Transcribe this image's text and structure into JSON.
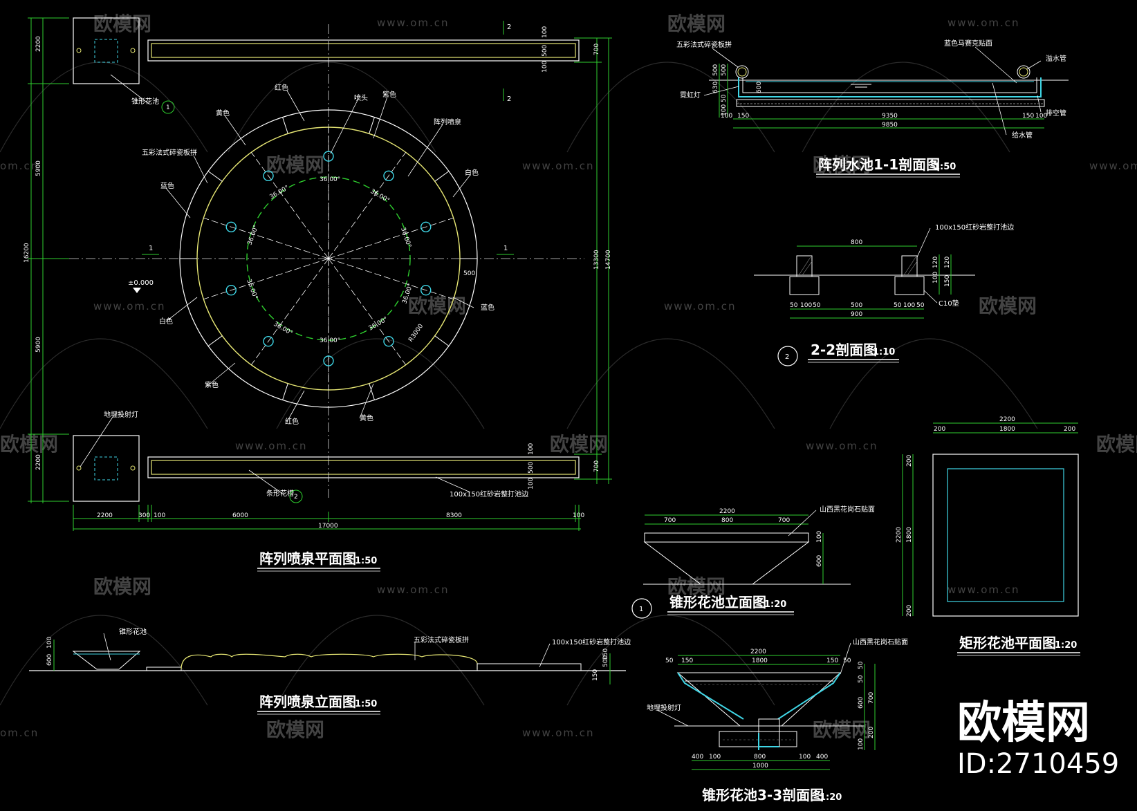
{
  "titles": {
    "plan": "阵列喷泉平面图",
    "plan_scale": "1:50",
    "elev": "阵列喷泉立面图",
    "elev_scale": "1:50",
    "sec11": "阵列水池1-1剖面图",
    "sec11_scale": "1:50",
    "sec22": "2-2剖面图",
    "sec22_scale": "1:10",
    "cone_elev": "锥形花池立面图",
    "cone_elev_scale": "1:20",
    "rect_plan": "矩形花池平面图",
    "rect_plan_scale": "1:20",
    "cone_sec": "锥形花池3-3剖面图",
    "cone_sec_scale": "1:20"
  },
  "plan": {
    "labels": {
      "cone_pool": "锥形花池",
      "red_top": "红色",
      "yellow_top_left": "黄色",
      "nozzle": "喷头",
      "purple_top": "紫色",
      "array_fountain": "阵列喷泉",
      "pebble": "五彩法式碎瓷板拼",
      "blue": "蓝色",
      "white_right": "白色",
      "white_left": "白色",
      "blue_right": "蓝色",
      "purple_bottom": "紫色",
      "red_bottom": "红色",
      "yellow_bottom": "黄色",
      "ground_light": "地埋投射灯",
      "flower_trough": "条形花槽",
      "curb": "100x150红砂岩整打池边",
      "elevation_mark": "±0.000"
    },
    "angle": "36.00°",
    "radius": "R3000",
    "dim_500": "500",
    "section_marks": [
      "1",
      "1",
      "2",
      "2"
    ],
    "callout_1": "1",
    "callout_2": "2",
    "left_dims": [
      "2200",
      "5900",
      "16200",
      "5900",
      "2200"
    ],
    "right_dims": [
      "700",
      "13300",
      "14700",
      "700"
    ],
    "trough_dims": [
      "100",
      "500",
      "100"
    ],
    "bottom_dims": [
      "2200",
      "300",
      "100",
      "6000",
      "8300",
      "100"
    ],
    "total": "17000"
  },
  "elev": {
    "cone_label": "锥形花池",
    "pebble_label": "五彩法式碎瓷板拼",
    "curb_label": "100x150红砂岩整打池边",
    "dims_left": [
      "100",
      "600"
    ],
    "dims_right": [
      "150",
      "500",
      "150"
    ]
  },
  "sec11": {
    "pebble": "五彩法式碎瓷板拼",
    "blue_paint": "蓝色马赛克贴面",
    "overflow": "溢水管",
    "light": "霓虹灯",
    "drain": "排空管",
    "supply": "给水管",
    "left_dims": [
      "500",
      "500",
      "630",
      "50",
      "100"
    ],
    "depth": "600",
    "bottom_dims": [
      "100",
      "150",
      "9350",
      "150",
      "100"
    ],
    "total": "9850"
  },
  "sec22": {
    "curb": "100x150红砂岩整打池边",
    "c10": "C10垫",
    "top": "800",
    "mid": "500",
    "total": "900",
    "left_small": [
      "50",
      "100",
      "50"
    ],
    "right_small": [
      "50",
      "100",
      "50"
    ],
    "right_v": [
      "120",
      "120",
      "100",
      "150"
    ],
    "callout": "2"
  },
  "cone_elev": {
    "label": "山西黑花岗石贴面",
    "top": "2200",
    "parts": [
      "700",
      "800",
      "700"
    ],
    "v": [
      "100",
      "600"
    ],
    "callout": "1"
  },
  "rect_plan": {
    "top": "2200",
    "parts": [
      "200",
      "1800",
      "200"
    ],
    "left_total": "2200",
    "left_parts": [
      "200",
      "1800",
      "200"
    ]
  },
  "cone_sec": {
    "label_top": "山西黑花岗石贴面",
    "label_light": "地埋投射灯",
    "top": "2200",
    "parts": [
      "50",
      "150",
      "1800",
      "150",
      "50"
    ],
    "bottom_parts": [
      "400",
      "100",
      "800",
      "100",
      "400"
    ],
    "bottom_total": "1000",
    "v": [
      "50",
      "50",
      "600",
      "700",
      "200",
      "100"
    ]
  },
  "watermark": {
    "brand": "欧模网",
    "url": "www.om.cn",
    "url_short": "om.cn",
    "id": "ID:2710459"
  },
  "colors": {
    "background": "#000000",
    "white_line": "#ffffff",
    "yellow_line": "#e7e774",
    "green_dim": "#2fd12f",
    "cyan_fill": "#3fd6e6"
  }
}
